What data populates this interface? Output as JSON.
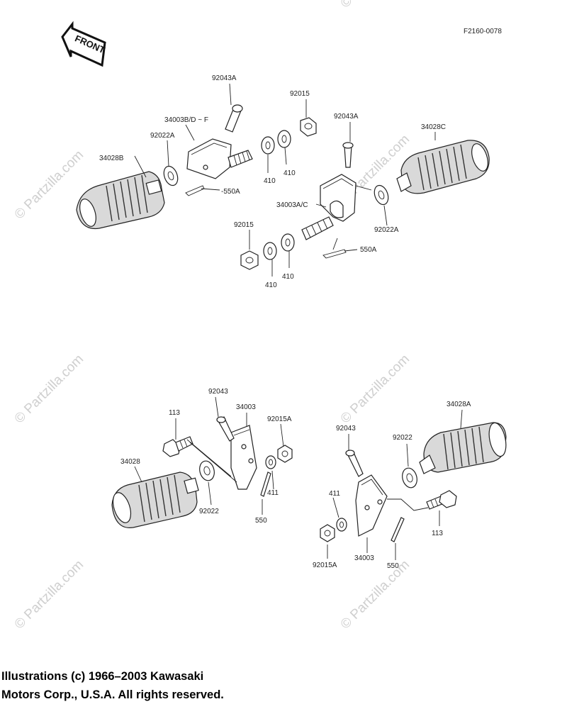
{
  "figure_code": "F2160-0078",
  "front_label": "FRONT",
  "watermark": "© Partzilla.com",
  "labels": {
    "l_92043A_1": "92043A",
    "l_92015_1": "92015",
    "l_34003BDF": "34003B/D ~ F",
    "l_92043A_2": "92043A",
    "l_34028C": "34028C",
    "l_92022A_1": "92022A",
    "l_34028B": "34028B",
    "l_550A_1": "-550A",
    "l_410_1": "410",
    "l_410_2": "410",
    "l_34003AC": "34003A/C",
    "l_92022A_2": "92022A",
    "l_92015_2": "92015",
    "l_550A_2": "550A",
    "l_410_3": "410",
    "l_410_4": "410",
    "l_92043_1": "92043",
    "l_34003_1": "34003",
    "l_113_1": "113",
    "l_92015A_1": "92015A",
    "l_34028": "34028",
    "l_411_1": "411",
    "l_92022_1": "92022",
    "l_550_1": "550",
    "l_34028A": "34028A",
    "l_92043_2": "92043",
    "l_92022_2": "92022",
    "l_411_2": "411",
    "l_113_2": "113",
    "l_34003_2": "34003",
    "l_92015A_2": "92015A",
    "l_550_2": "550"
  },
  "copyright": {
    "line1": "Illustrations (c) 1966–2003 Kawasaki",
    "line2": "Motors Corp., U.S.A.  All rights reserved."
  }
}
